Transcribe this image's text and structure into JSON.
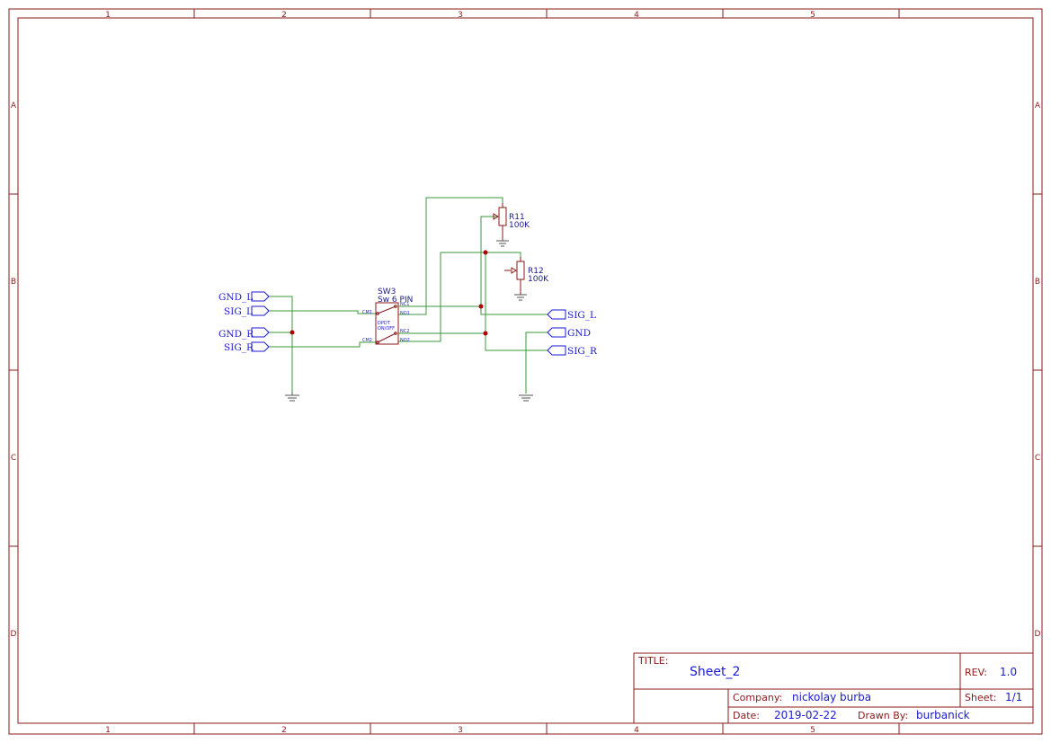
{
  "grid": {
    "columns": [
      "1",
      "2",
      "3",
      "4",
      "5"
    ],
    "rows": [
      "A",
      "B",
      "C",
      "D"
    ]
  },
  "net_labels": {
    "gnd_l": "GND_L",
    "sig_l_in": "SIG_L",
    "gnd_r": "GND_R",
    "sig_r_in": "SIG_R",
    "sig_l_out": "SIG_L",
    "gnd_out": "GND",
    "sig_r_out": "SIG_R"
  },
  "components": {
    "sw3": {
      "ref": "SW3",
      "value": "Sw 6 PIN",
      "type_line1": "DPDT",
      "type_line2": "ON/OFF",
      "pins": {
        "cm1": "CM1",
        "nc1": "NC1",
        "no1": "NO1",
        "cm2": "CM2",
        "nc2": "NC2",
        "no2": "NO2"
      }
    },
    "r11": {
      "ref": "R11",
      "value": "100K"
    },
    "r12": {
      "ref": "R12",
      "value": "100K"
    }
  },
  "title_block": {
    "title_label": "TITLE:",
    "title": "Sheet_2",
    "rev_label": "REV:",
    "rev": "1.0",
    "company_label": "Company:",
    "company": "nickolay burba",
    "sheet_label": "Sheet:",
    "sheet": "1/1",
    "date_label": "Date:",
    "date": "2019-02-22",
    "drawn_by_label": "Drawn By:",
    "drawn_by": "burbanick"
  }
}
